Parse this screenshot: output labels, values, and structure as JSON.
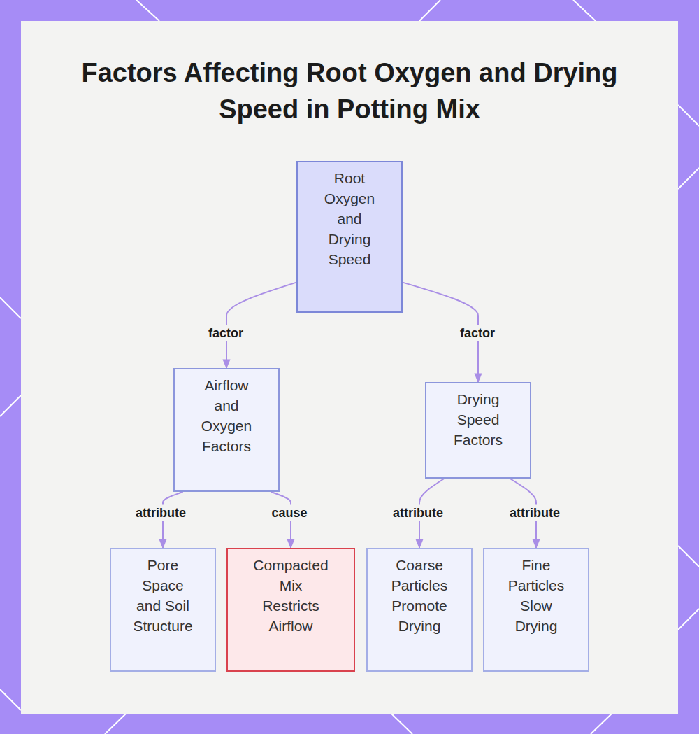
{
  "diagram": {
    "title": "Factors Affecting Root Oxygen and Drying Speed in Potting Mix",
    "nodes": [
      {
        "text": [
          "Root Oxygen and Drying Speed"
        ]
      },
      {
        "text": [
          "Airflow and Oxygen Factors"
        ]
      },
      {
        "text": [
          "Drying Speed Factors"
        ]
      },
      {
        "text": [
          "Pore Space and Soil Structure"
        ]
      },
      {
        "text": [
          "Compacted Mix Restricts Airflow"
        ]
      },
      {
        "text": [
          "Coarse Particles Promote Drying"
        ]
      },
      {
        "text": [
          "Fine Particles Slow Drying"
        ]
      }
    ],
    "edges": [
      {
        "from": 0,
        "to": 1,
        "label": "factor",
        "arrow": "to"
      },
      {
        "from": 0,
        "to": 2,
        "label": "factor",
        "arrow": "to"
      },
      {
        "from": 1,
        "to": 3,
        "label": "attribute",
        "arrow": "to"
      },
      {
        "from": 1,
        "to": 4,
        "label": "cause",
        "arrow": "to"
      },
      {
        "from": 2,
        "to": 5,
        "label": "attribute",
        "arrow": "to"
      },
      {
        "from": 2,
        "to": 6,
        "label": "attribute",
        "arrow": "to"
      }
    ]
  }
}
